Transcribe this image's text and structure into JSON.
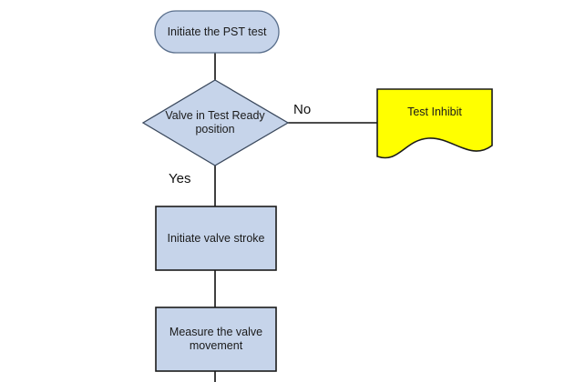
{
  "diagram": {
    "title": "Partial Stroke Test (PST) flowchart",
    "background_color": "#ffffff",
    "process_fill": "#c6d4ea",
    "process_stroke": "#1b1b1b",
    "decision_fill": "#c6d4ea",
    "terminator_fill": "#c6d4ea",
    "document_fill": "#ffff00",
    "document_stroke": "#1b1b1b",
    "connector_color": "#111111",
    "text_color": "#1a1a1a"
  },
  "nodes": {
    "start": {
      "label": "Initiate the PST test",
      "shape": "terminator"
    },
    "decision": {
      "label": "Valve in Test Ready\nposition",
      "shape": "diamond"
    },
    "inhibit": {
      "label": "Test Inhibit",
      "shape": "document"
    },
    "stroke": {
      "label": "Initiate valve stroke",
      "shape": "process"
    },
    "measure": {
      "label": "Measure the valve\nmovement",
      "shape": "process"
    }
  },
  "edges": {
    "no_label": "No",
    "yes_label": "Yes"
  }
}
